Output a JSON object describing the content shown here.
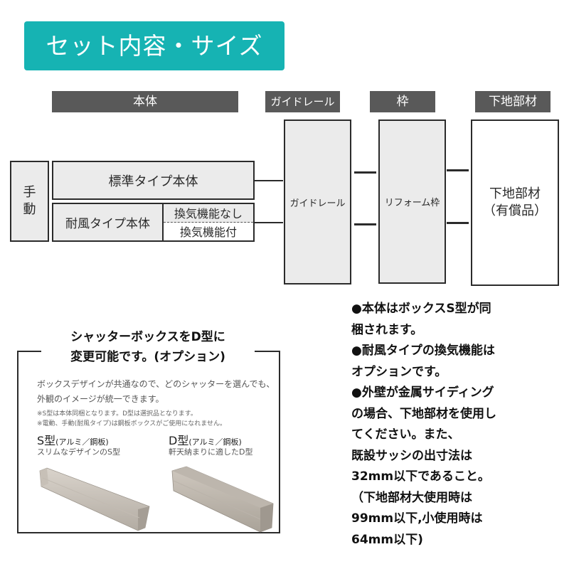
{
  "title": "セット内容・サイズ",
  "colors": {
    "banner": "#16b3b3",
    "header_bg": "#595959",
    "box_fill": "#ebebeb",
    "border": "#2b2b2b"
  },
  "headers": {
    "body": "本体",
    "guide_rail": "ガイドレール",
    "frame": "枠",
    "base_material": "下地部材"
  },
  "diagram": {
    "manual_line1": "手",
    "manual_line2": "動",
    "standard_body": "標準タイプ本体",
    "wind_body": "耐風タイプ本体",
    "no_ventilation": "換気機能なし",
    "with_ventilation": "換気機能付",
    "guide_rail": "ガイドレール",
    "reform_frame": "リフォーム枠",
    "base_line1": "下地部材",
    "base_line2": "（有償品）"
  },
  "option_panel": {
    "heading_line1": "シャッターボックスをD型に",
    "heading_line2": "変更可能です。(オプション)",
    "description_line1": "ボックスデザインが共通なので、どのシャッターを選んでも、",
    "description_line2": "外観のイメージが統一できます。",
    "note1": "※S型は本体同梱となります。D型は選択品となります。",
    "note2": "※電動、手動(耐風タイプ)は鋼板ボックスがご使用になれません。",
    "s_type": {
      "name": "S型",
      "material": "(アルミ／鋼板)",
      "description": "スリムなデザインのS型"
    },
    "d_type": {
      "name": "D型",
      "material": "(アルミ／鋼板)",
      "description": "軒天納まりに適したD型"
    }
  },
  "notes": [
    "●本体はボックスS型が同",
    "梱されます。",
    "●耐風タイプの換気機能は",
    "オプションです。",
    "●外壁が金属サイディング",
    "の場合、下地部材を使用し",
    "てください。また、",
    "既設サッシの出寸法は",
    "32mm以下であること。",
    "（下地部材大使用時は",
    "99mm以下,小使用時は",
    "64mm以下)"
  ]
}
